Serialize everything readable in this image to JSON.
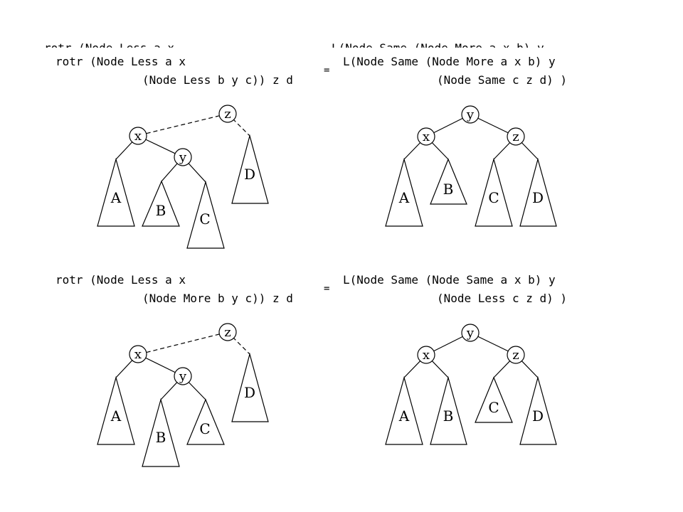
{
  "ghost_header": {
    "left": "rotr (Node Less a x",
    "right": "L(Node Same (Node More a x b) y"
  },
  "rule1": {
    "lhs_line1": "rotr (Node Less a x",
    "lhs_line2": "(Node Less b y c)) z d",
    "equals": "=",
    "rhs_line1": "L(Node Same (Node More a x b) y",
    "rhs_line2": "(Node Same c z d) )"
  },
  "rule2": {
    "lhs_line1": "rotr (Node Less a x",
    "lhs_line2": "(Node More b y c)) z d",
    "equals": "=",
    "rhs_line1": "L(Node Same (Node Same a x b) y",
    "rhs_line2": "(Node Less c z d) )"
  },
  "labels": {
    "x": "x",
    "y": "y",
    "z": "z",
    "A": "A",
    "B": "B",
    "C": "C",
    "D": "D"
  }
}
